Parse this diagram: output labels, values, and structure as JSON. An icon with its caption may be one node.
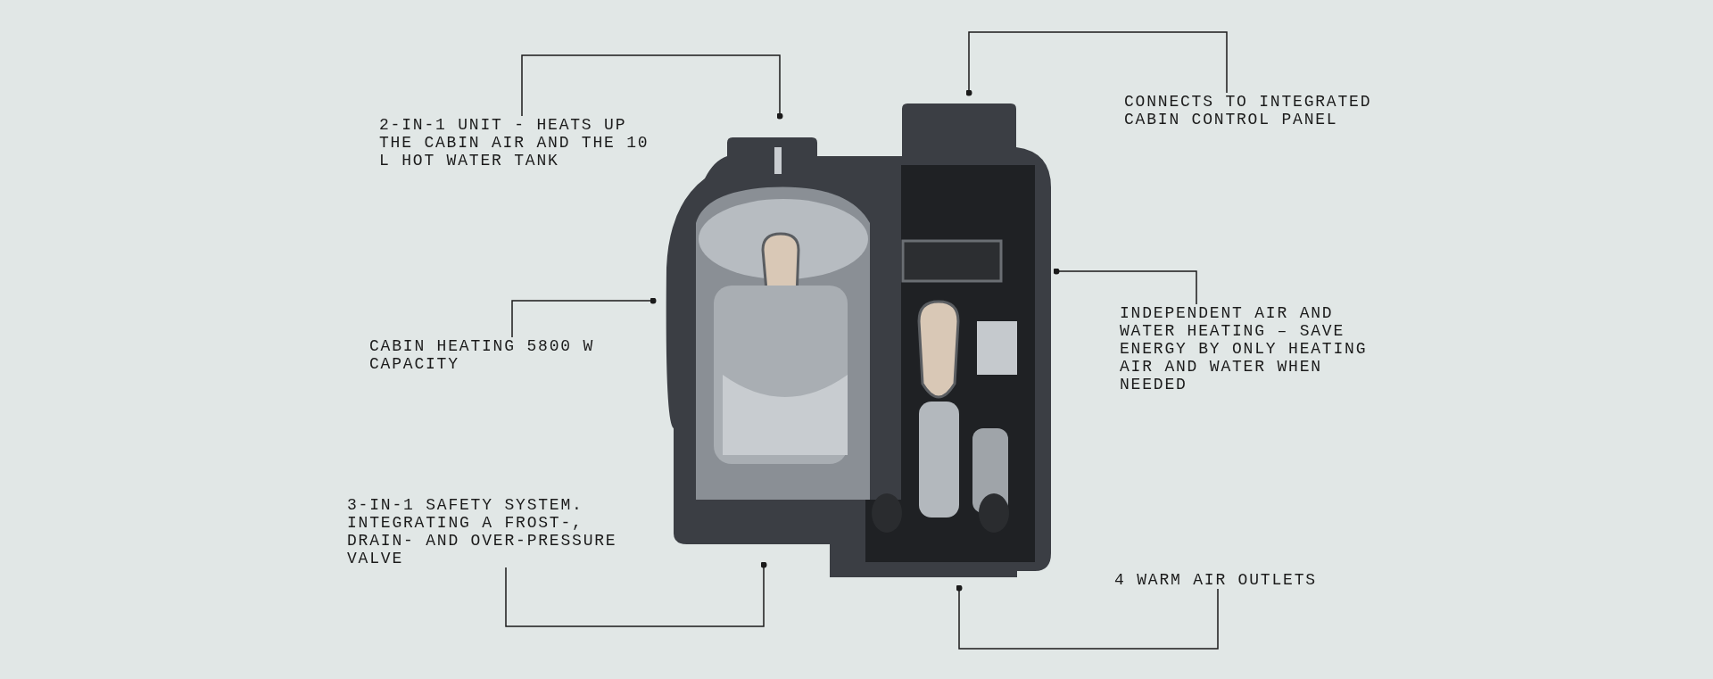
{
  "diagram": {
    "nodes": [
      {
        "text": [
          "2-IN-1 UNIT - HEATS UP THE CABIN AIR AND THE 10 L HOT WATER TANK"
        ]
      },
      {
        "text": [
          "CONNECTS TO INTEGRATED CABIN CONTROL PANEL"
        ]
      },
      {
        "text": [
          "CABIN HEATING 5800 W CAPACITY"
        ]
      },
      {
        "text": [
          "INDEPENDENT AIR AND WATER HEATING – SAVE ENERGY BY ONLY HEATING AIR AND WATER WHEN NEEDED"
        ]
      },
      {
        "text": [
          "3-IN-1 SAFETY SYSTEM. INTEGRATING A FROST-, DRAIN- AND OVER-PRESSURE VALVE"
        ]
      },
      {
        "text": [
          "4 WARM AIR OUTLETS"
        ]
      }
    ],
    "edges": [
      {
        "from": 0,
        "to": null,
        "arrow": "other"
      },
      {
        "from": 1,
        "to": null,
        "arrow": "other"
      },
      {
        "from": 2,
        "to": null,
        "arrow": "other"
      },
      {
        "from": 3,
        "to": null,
        "arrow": "other"
      },
      {
        "from": 4,
        "to": null,
        "arrow": "other"
      },
      {
        "from": 5,
        "to": null,
        "arrow": "other"
      }
    ]
  }
}
